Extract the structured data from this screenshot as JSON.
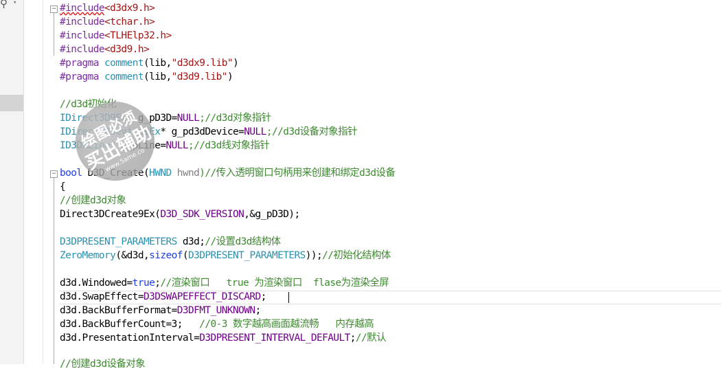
{
  "colors": {
    "preprocessor": "#7a2ca1",
    "string": "#a31515",
    "comment": "#3d8a2f",
    "keyword": "#1b3ee8",
    "type": "#2b91af",
    "macro": "#6f008a"
  },
  "watermark": {
    "line1": "绘图必须",
    "line2": "买出辅助",
    "line3": "www.5ame.co"
  },
  "code": {
    "l1": {
      "a": "#include",
      "b": "<d3dx9.h>"
    },
    "l2": {
      "a": "#include",
      "b": "<tchar.h>"
    },
    "l3": {
      "a": "#include",
      "b": "<TLHElp32.h>"
    },
    "l4": {
      "a": "#include",
      "b": "<d3d9.h>"
    },
    "l5": {
      "a": "#pragma",
      "b": " comment",
      "c": "(lib,",
      "d": "\"d3dx9.lib\"",
      "e": ")"
    },
    "l6": {
      "a": "#pragma",
      "b": " comment",
      "c": "(lib,",
      "d": "\"d3d9.lib\"",
      "e": ")"
    },
    "l8": {
      "a": "//d3d初始化"
    },
    "l9": {
      "a": "IDirect3D9Ex",
      "b": "* g_pD3D=",
      "c": "NULL",
      "d": ";//d3d对象指针"
    },
    "l10": {
      "a": "IDirect3DDevice9Ex",
      "b": "* g_pd3dDevice=",
      "c": "NULL",
      "d": ";//d3d设备对象指针"
    },
    "l11": {
      "a": "ID3DXLine",
      "b": "* g_pLine=",
      "c": "NULL",
      "d": ";//d3d线对象指针"
    },
    "l13": {
      "a": "bool",
      "b": " D3D_Create(",
      "c": "HWND",
      "d": " hwnd",
      "e": ")//传入透明窗口句柄用来创建和绑定d3d设备"
    },
    "l14": {
      "a": "{"
    },
    "l15": {
      "a": "//创建d3d对象"
    },
    "l16": {
      "a": "Direct3DCreate9Ex(",
      "b": "D3D_SDK_VERSION",
      "c": ",&g_pD3D);"
    },
    "l18": {
      "a": "D3DPRESENT_PARAMETERS",
      "b": " d3d;",
      "c": "//设置d3d结构体"
    },
    "l19": {
      "a": "ZeroMemory",
      "b": "(&d3d,",
      "c": "sizeof",
      "d": "(",
      "e": "D3DPRESENT_PARAMETERS",
      "f": "));",
      "g": "//初始化结构体"
    },
    "l21": {
      "a": "d3d.Windowed=",
      "b": "true",
      "c": ";",
      "d": "//渲染窗口   true 为渲染窗口  flase为渲染全屏"
    },
    "l22": {
      "a": "d3d.SwapEffect=",
      "b": "D3DSWAPEFFECT_DISCARD",
      "c": ";"
    },
    "l23": {
      "a": "d3d.BackBufferFormat=",
      "b": "D3DFMT_UNKNOWN",
      "c": ";"
    },
    "l24": {
      "a": "d3d.BackBufferCount=3;   ",
      "b": "//0-3 数字越高画面越流畅   内存越高"
    },
    "l25": {
      "a": "d3d.PresentationInterval=",
      "b": "D3DPRESENT_INTERVAL_DEFAULT",
      "c": ";",
      "d": "//默认"
    },
    "l27": {
      "a": "//创建d3d设备对象"
    }
  }
}
